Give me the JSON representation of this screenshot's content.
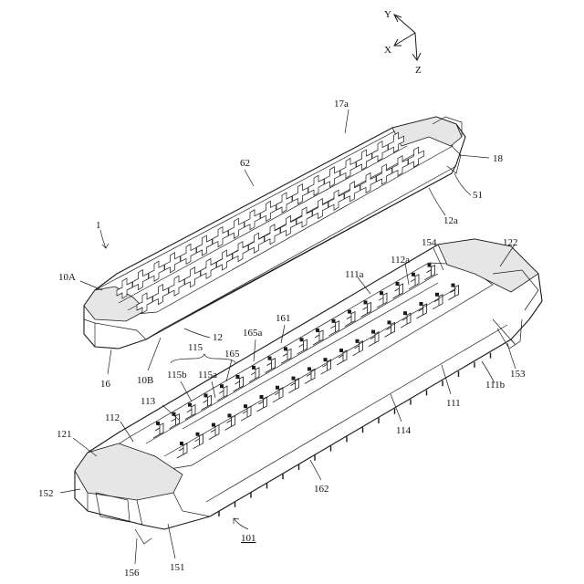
{
  "axes": {
    "y": "Y",
    "x": "X",
    "z": "Z"
  },
  "labels": {
    "l_17a": "17a",
    "l_18": "18",
    "l_62": "62",
    "l_51": "51",
    "l_12a": "12a",
    "l_1": "1",
    "l_10A": "10A",
    "l_12": "12",
    "l_16": "16",
    "l_10B": "10B",
    "l_122": "122",
    "l_154": "154",
    "l_112a": "112a",
    "l_111a": "111a",
    "l_161": "161",
    "l_165a": "165a",
    "l_165": "165",
    "l_115": "115",
    "l_115b": "115b",
    "l_115a": "115a",
    "l_113": "113",
    "l_112": "112",
    "l_111b": "111b",
    "l_153": "153",
    "l_111": "111",
    "l_114": "114",
    "l_121": "121",
    "l_152": "152",
    "l_162": "162",
    "l_101": "101",
    "l_156": "156",
    "l_151": "151"
  }
}
